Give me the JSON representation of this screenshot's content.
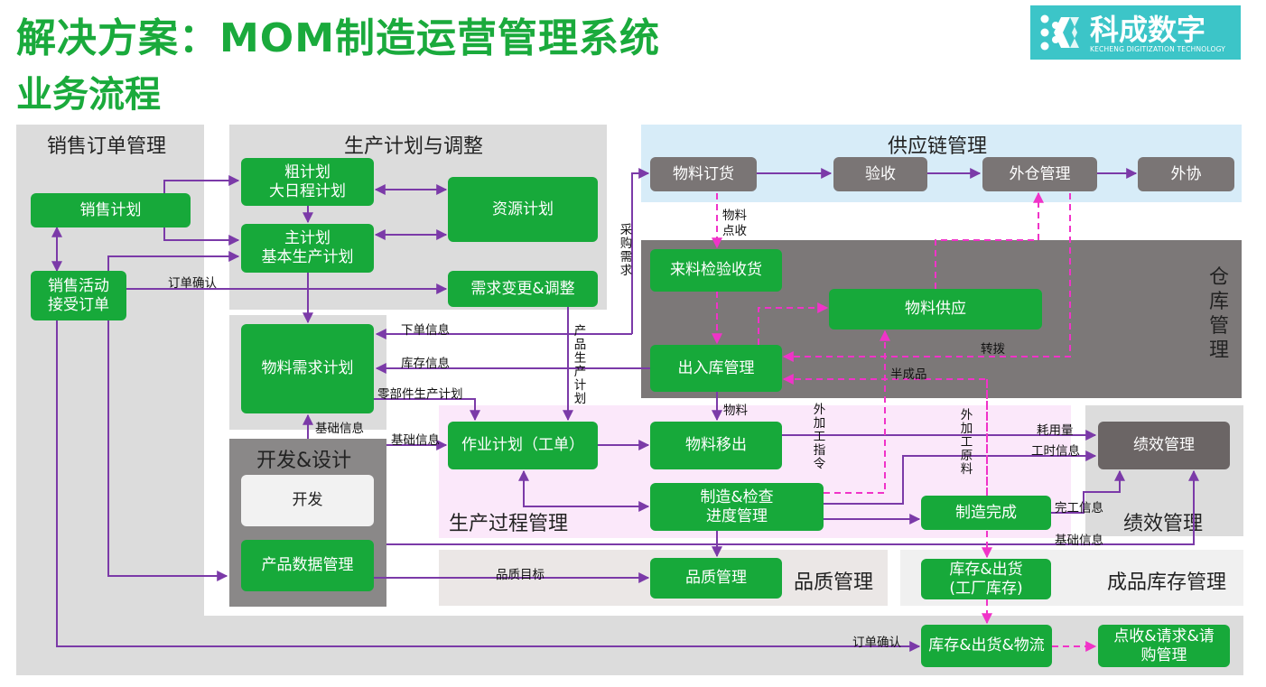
{
  "header": {
    "title": "解决方案：MOM制造运营管理系统",
    "subtitle": "业务流程",
    "logo_text": "科成数字",
    "logo_sub": "KECHENG DIGITIZATION TECHNOLOGY"
  },
  "regions": {
    "sales": "销售订单管理",
    "planning": "生产计划与调整",
    "supply": "供应链管理",
    "warehouse": "仓库管理",
    "design": "开发&设计",
    "process": "生产过程管理",
    "performance": "绩效管理",
    "quality": "品质管理",
    "finished": "成品库存管理"
  },
  "nodes": {
    "sales_plan": "销售计划",
    "sales_activity": "销售活动\n接受订单",
    "rough_plan": "粗计划\n大日程计划",
    "resource_plan": "资源计划",
    "master_plan": "主计划\n基本生产计划",
    "demand_change": "需求变更&调整",
    "mrp": "物料需求计划",
    "develop": "开发",
    "pdm": "产品数据管理",
    "work_order": "作业计划（工单）",
    "material_order": "物料订货",
    "inspect_accept": "验收",
    "outer_warehouse": "外仓管理",
    "outsource": "外协",
    "incoming_inspection": "来料检验收货",
    "material_supply": "物料供应",
    "inout_stock": "出入库管理",
    "material_out": "物料移出",
    "mfg_progress": "制造&检查\n进度管理",
    "mfg_complete": "制造完成",
    "kpi": "绩效管理",
    "quality_mgmt": "品质管理",
    "factory_stock": "库存&出货\n(工厂库存)",
    "logistics": "库存&出货&物流",
    "receipt": "点收&请求&请\n购管理"
  },
  "labels": {
    "order_confirm": "订单确认",
    "order_confirm2": "订单确认",
    "order_info": "下单信息",
    "stock_info": "库存信息",
    "part_plan": "零部件生产计划",
    "base_info": "基础信息",
    "base_info2": "基础信息",
    "base_info3": "基础信息",
    "purchase_demand": "采购需求",
    "product_plan": "产品生产计划",
    "material_receive": "物料\n点收",
    "transfer": "转拨",
    "semi_product": "半成品",
    "material": "物料",
    "outsource_cmd": "外加工指令",
    "outsource_raw": "外加工原料",
    "consumption": "耗用量",
    "work_hours": "工时信息",
    "finish_info": "完工信息",
    "quality_target": "品质目标"
  },
  "colors": {
    "brand_green": "#1aaa3c",
    "node_green": "#17a93a",
    "arrow_purple": "#7b3aa8",
    "arrow_magenta": "#f033c8",
    "logo_teal": "#3cc5c8"
  }
}
